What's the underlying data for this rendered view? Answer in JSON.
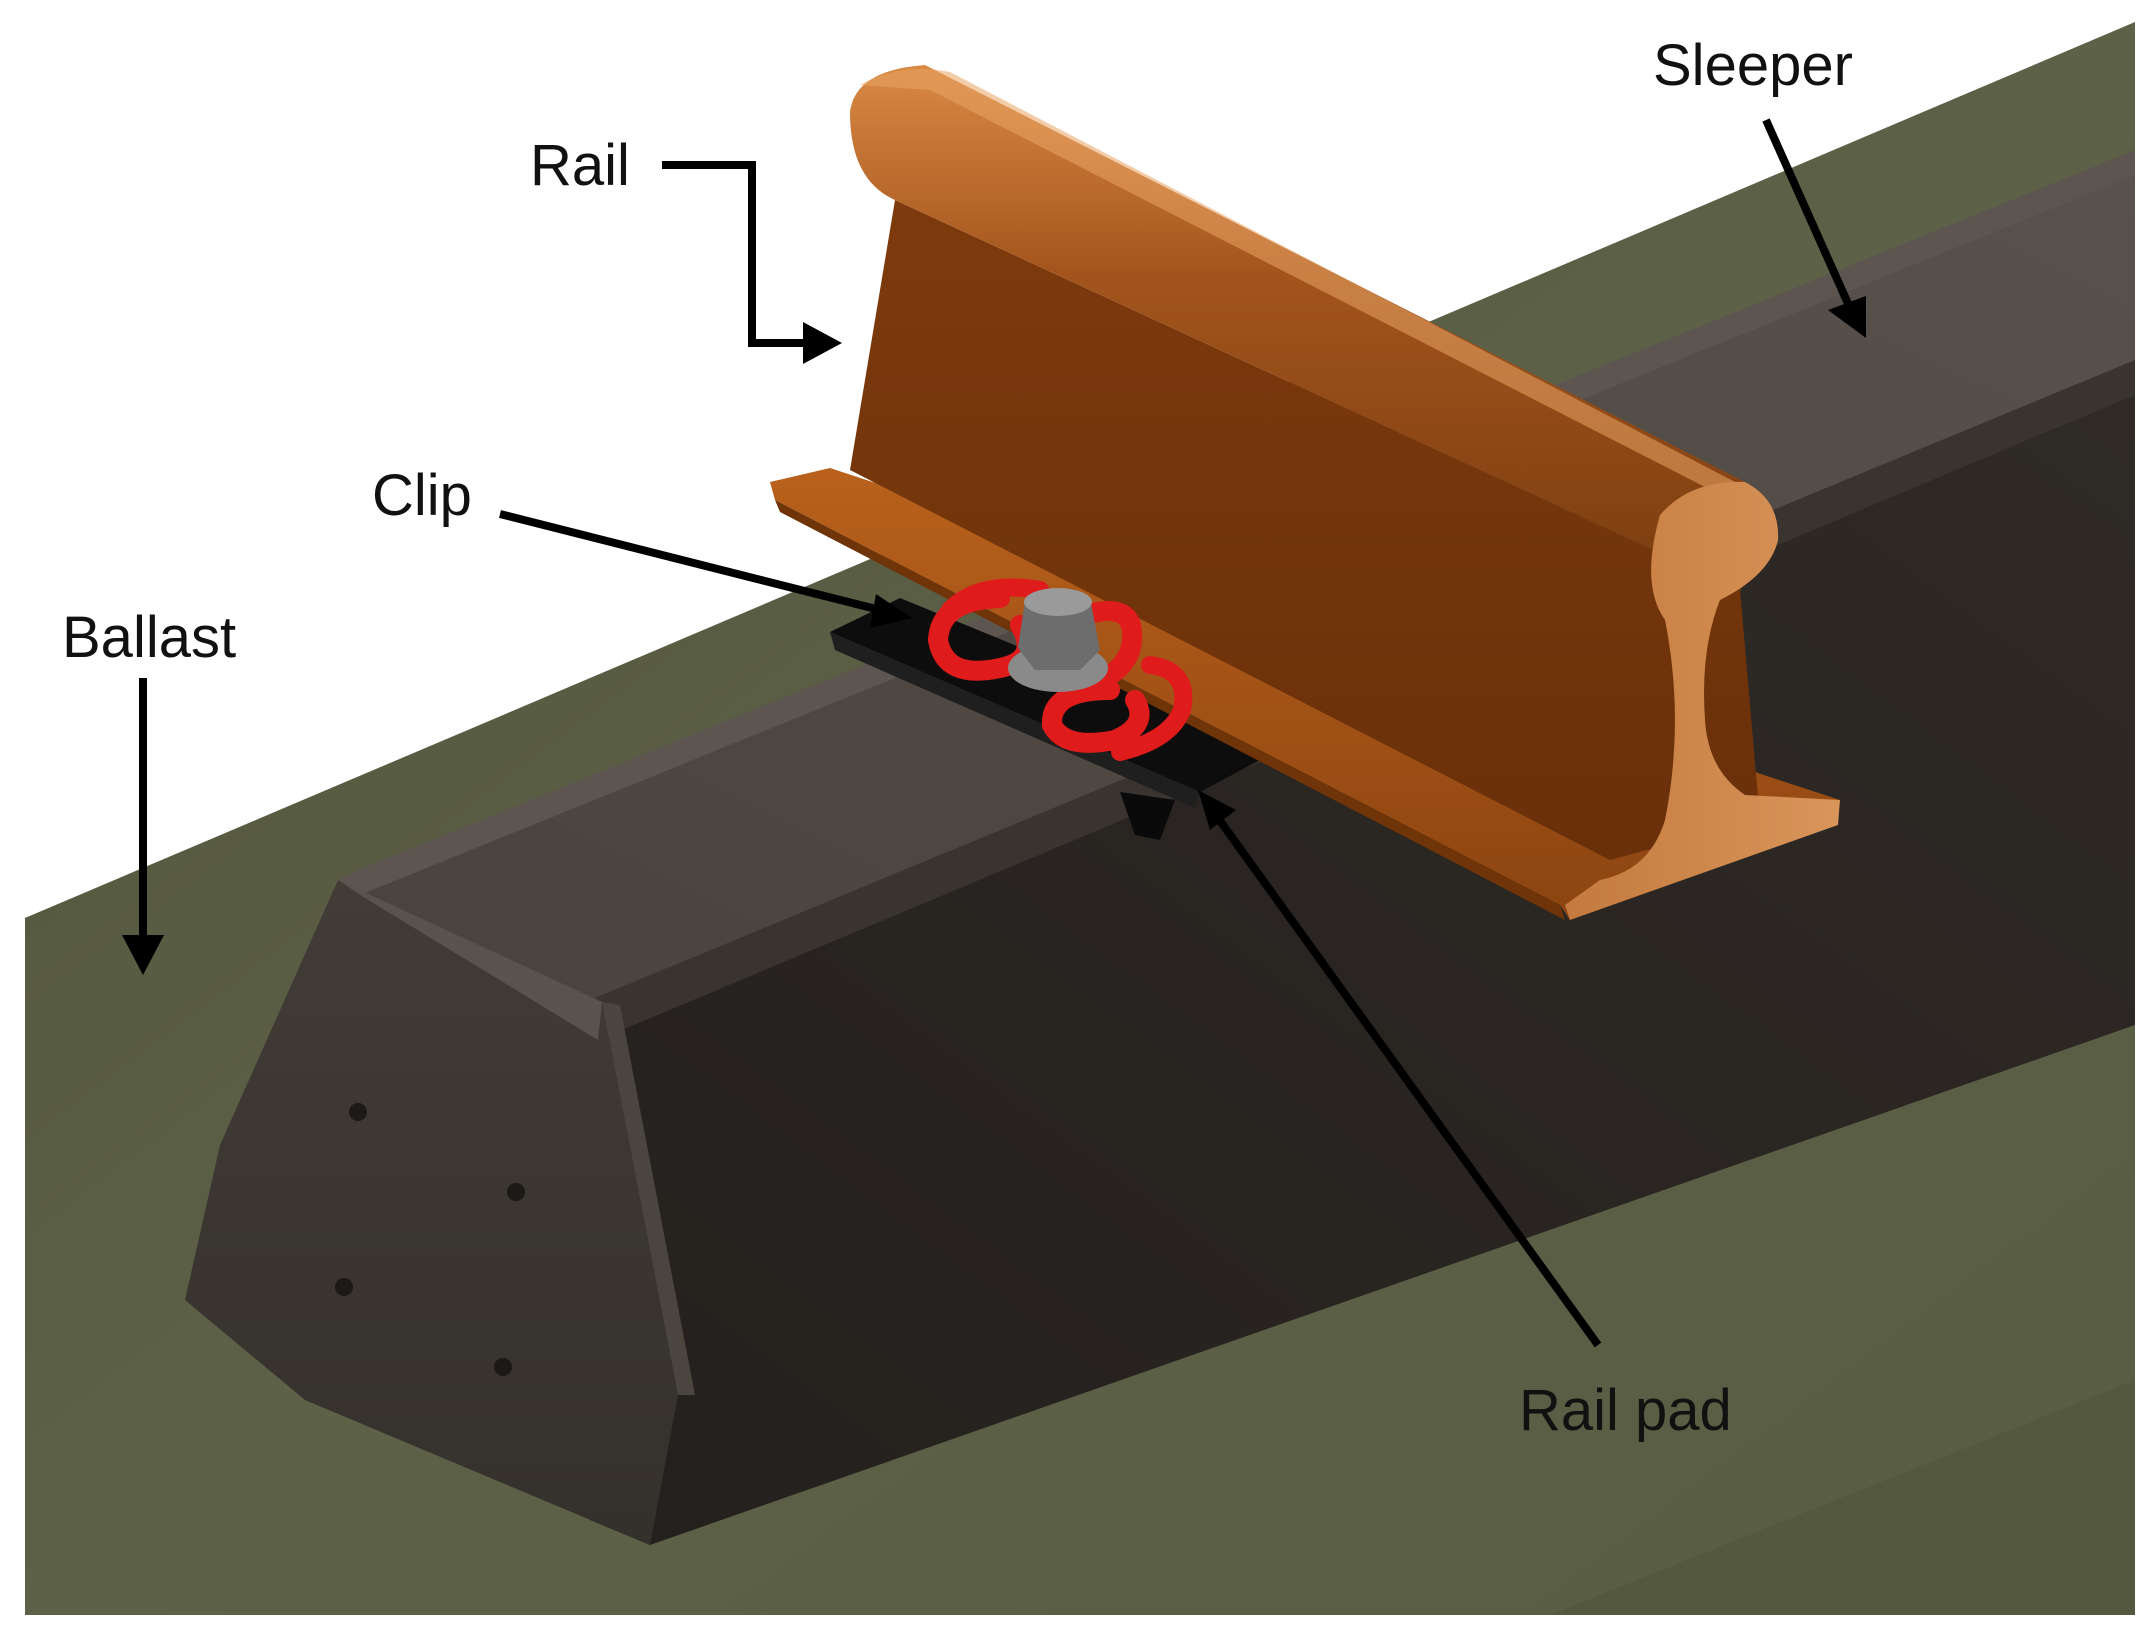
{
  "labels": {
    "rail": "Rail",
    "sleeper": "Sleeper",
    "clip": "Clip",
    "ballast": "Ballast",
    "rail_pad": "Rail pad"
  },
  "colors": {
    "background": "#ffffff",
    "ballast": "#5a5e44",
    "sleeper": "#2c2723",
    "rail": "#b0621e",
    "clip": "#e01b1b",
    "rail_pad": "#111111",
    "bolt": "#6c6c6c"
  }
}
